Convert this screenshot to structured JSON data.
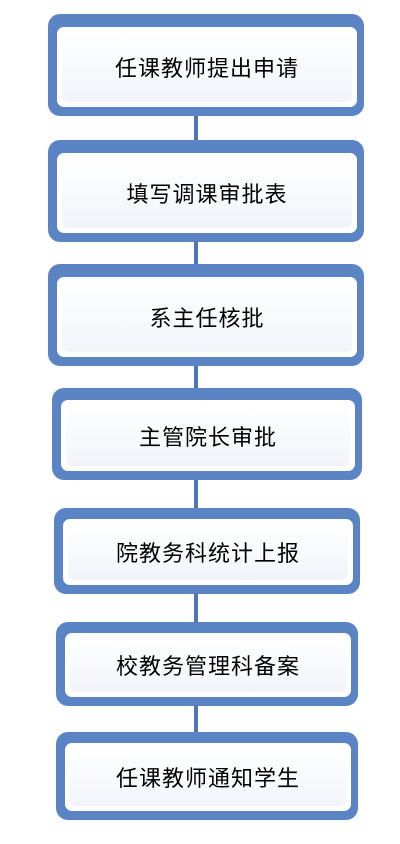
{
  "flowchart": {
    "steps": [
      {
        "label": "任课教师提出申请"
      },
      {
        "label": "填写调课审批表"
      },
      {
        "label": "系主任核批"
      },
      {
        "label": "主管院长审批"
      },
      {
        "label": "院教务科统计上报"
      },
      {
        "label": "校教务管理科备案"
      },
      {
        "label": "任课教师通知学生"
      }
    ]
  },
  "colors": {
    "box_border": "#5b84c4",
    "connector": "#4a76b8"
  }
}
